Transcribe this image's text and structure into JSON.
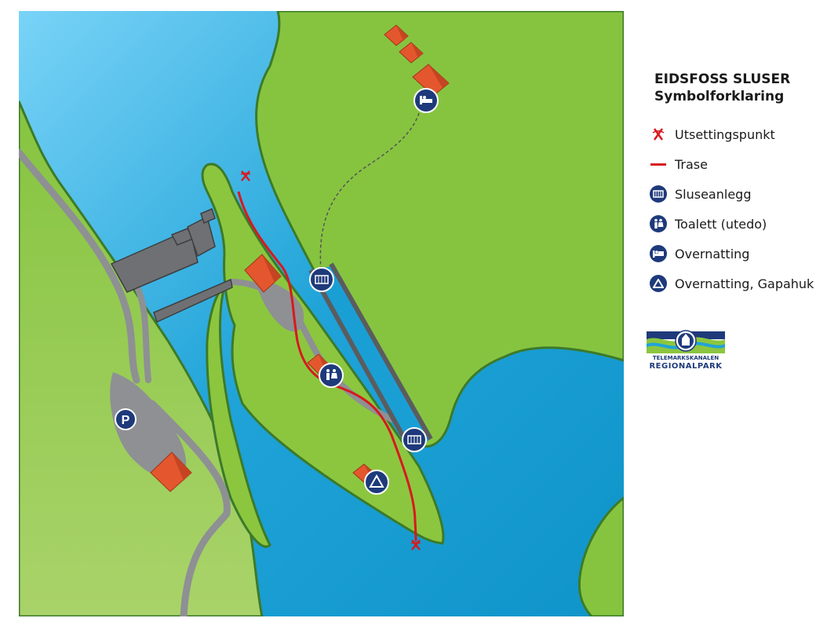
{
  "map": {
    "markers": {
      "parking_letter": "P"
    }
  },
  "legend": {
    "title": "EIDSFOSS SLUSER",
    "subtitle": "Symbolforklaring",
    "items": [
      {
        "label": "Utsettingspunkt",
        "icon": "launch-point-icon"
      },
      {
        "label": "Trase",
        "icon": "route-line-icon"
      },
      {
        "label": "Sluseanlegg",
        "icon": "lock-icon"
      },
      {
        "label": "Toalett (utedo)",
        "icon": "toilet-icon"
      },
      {
        "label": "Overnatting",
        "icon": "bed-icon"
      },
      {
        "label": "Overnatting, Gapahuk",
        "icon": "shelter-icon"
      }
    ]
  },
  "logo": {
    "line1": "TELEMARKSKANALEN",
    "line2": "REGIONALPARK"
  },
  "colors": {
    "land": "#8cc63f",
    "water_dark": "#1a9fd4",
    "water_light": "#6ecff6",
    "road": "#8e9093",
    "building": "#e4572e",
    "route": "#d7191f",
    "badge": "#1e3a7b"
  }
}
